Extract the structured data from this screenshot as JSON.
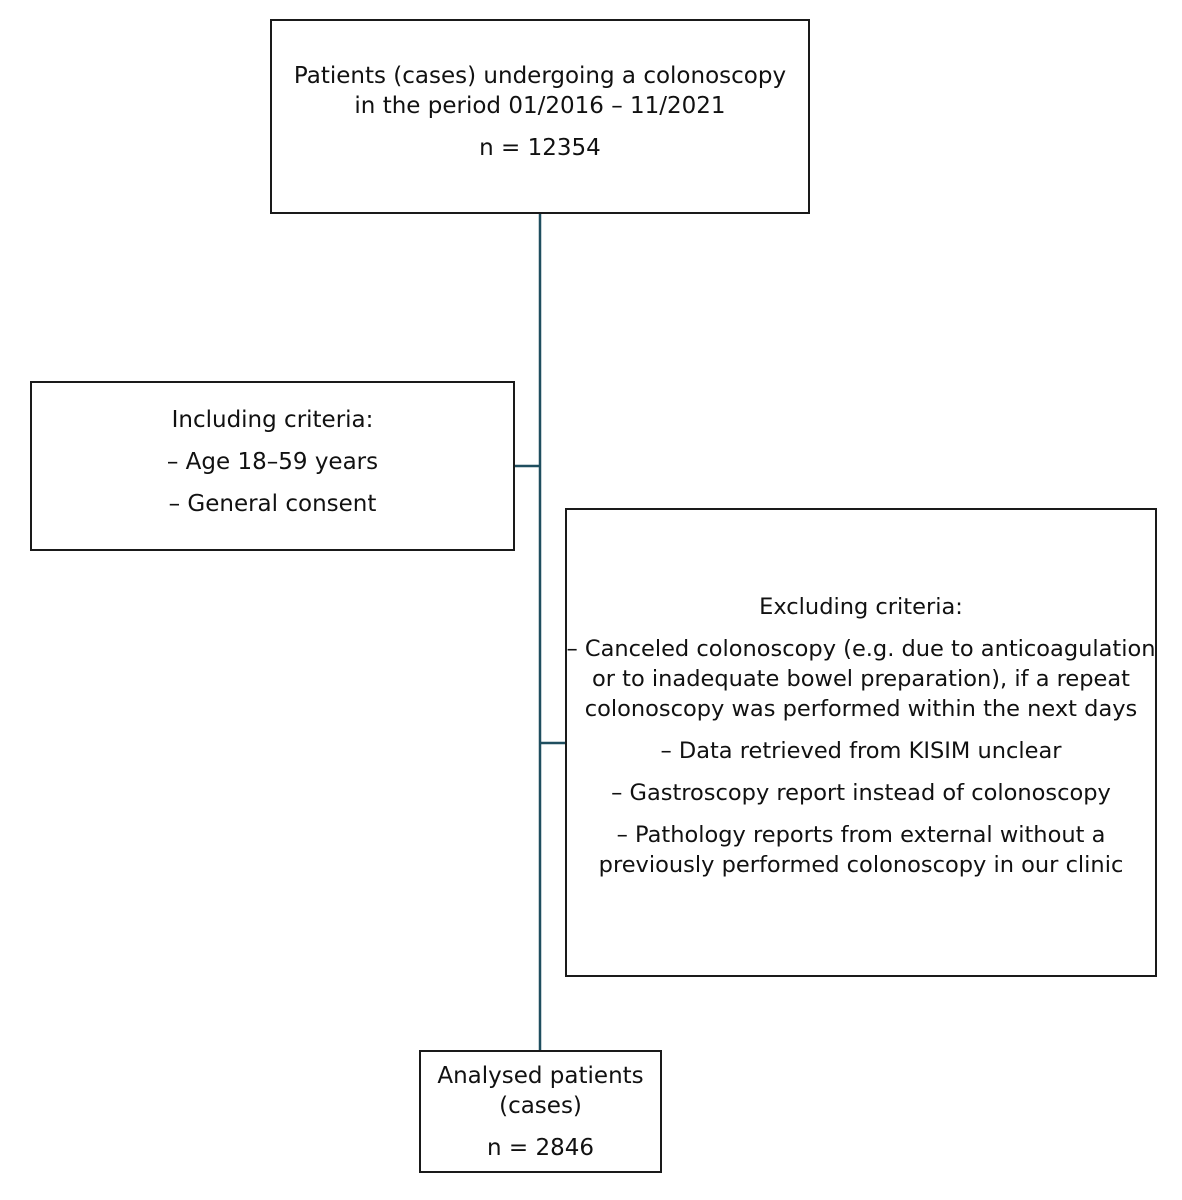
{
  "diagram": {
    "line_color": "#1f4e5f",
    "border_color": "#1a1a1a",
    "start": {
      "line1": "Patients (cases) undergoing a colonoscopy",
      "line2": "in the period 01/2016 – 11/2021",
      "count": "n = 12354"
    },
    "including": {
      "title": "Including criteria:",
      "items": [
        "– Age 18–59 years",
        "– General consent"
      ]
    },
    "excluding": {
      "title": "Excluding criteria:",
      "item1": {
        "line1": "– Canceled colonoscopy (e.g. due to anticoagulation",
        "line2": "or to inadequate bowel preparation), if a repeat",
        "line3": "colonoscopy was performed within the next days"
      },
      "item2": "– Data retrieved from KISIM unclear",
      "item3": "– Gastroscopy report instead of colonoscopy",
      "item4": {
        "line1": "– Pathology reports from external without a",
        "line2": "previously performed colonoscopy in our clinic"
      }
    },
    "analysed": {
      "line1": "Analysed patients",
      "line2": "(cases)",
      "count": "n = 2846"
    }
  }
}
